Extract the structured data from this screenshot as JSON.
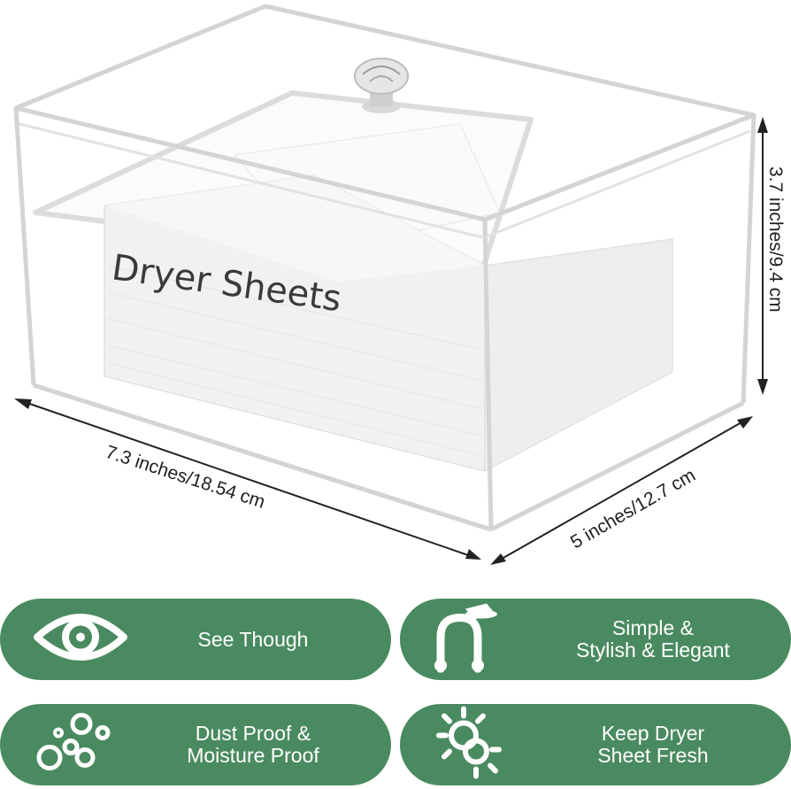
{
  "product": {
    "sheet_label": "Dryer Sheets",
    "icon": "acrylic-box-with-dryer-sheets"
  },
  "dimensions": {
    "height": "3.7 inches/9.4 cm",
    "length": "7.3 inches/18.54 cm",
    "width": "5 inches/12.7 cm"
  },
  "features": [
    {
      "icon": "eye-icon",
      "lines": [
        "See Though"
      ]
    },
    {
      "icon": "person-bending-icon",
      "lines": [
        "Simple &",
        "Stylish & Elegant"
      ]
    },
    {
      "icon": "bubbles-icon",
      "lines": [
        "Dust Proof &",
        "Moisture Proof"
      ]
    },
    {
      "icon": "sun-icon",
      "lines": [
        "Keep Dryer",
        "Sheet Fresh"
      ]
    }
  ],
  "colors": {
    "pill_green": "#4a8a60",
    "text_white": "#ffffff"
  }
}
